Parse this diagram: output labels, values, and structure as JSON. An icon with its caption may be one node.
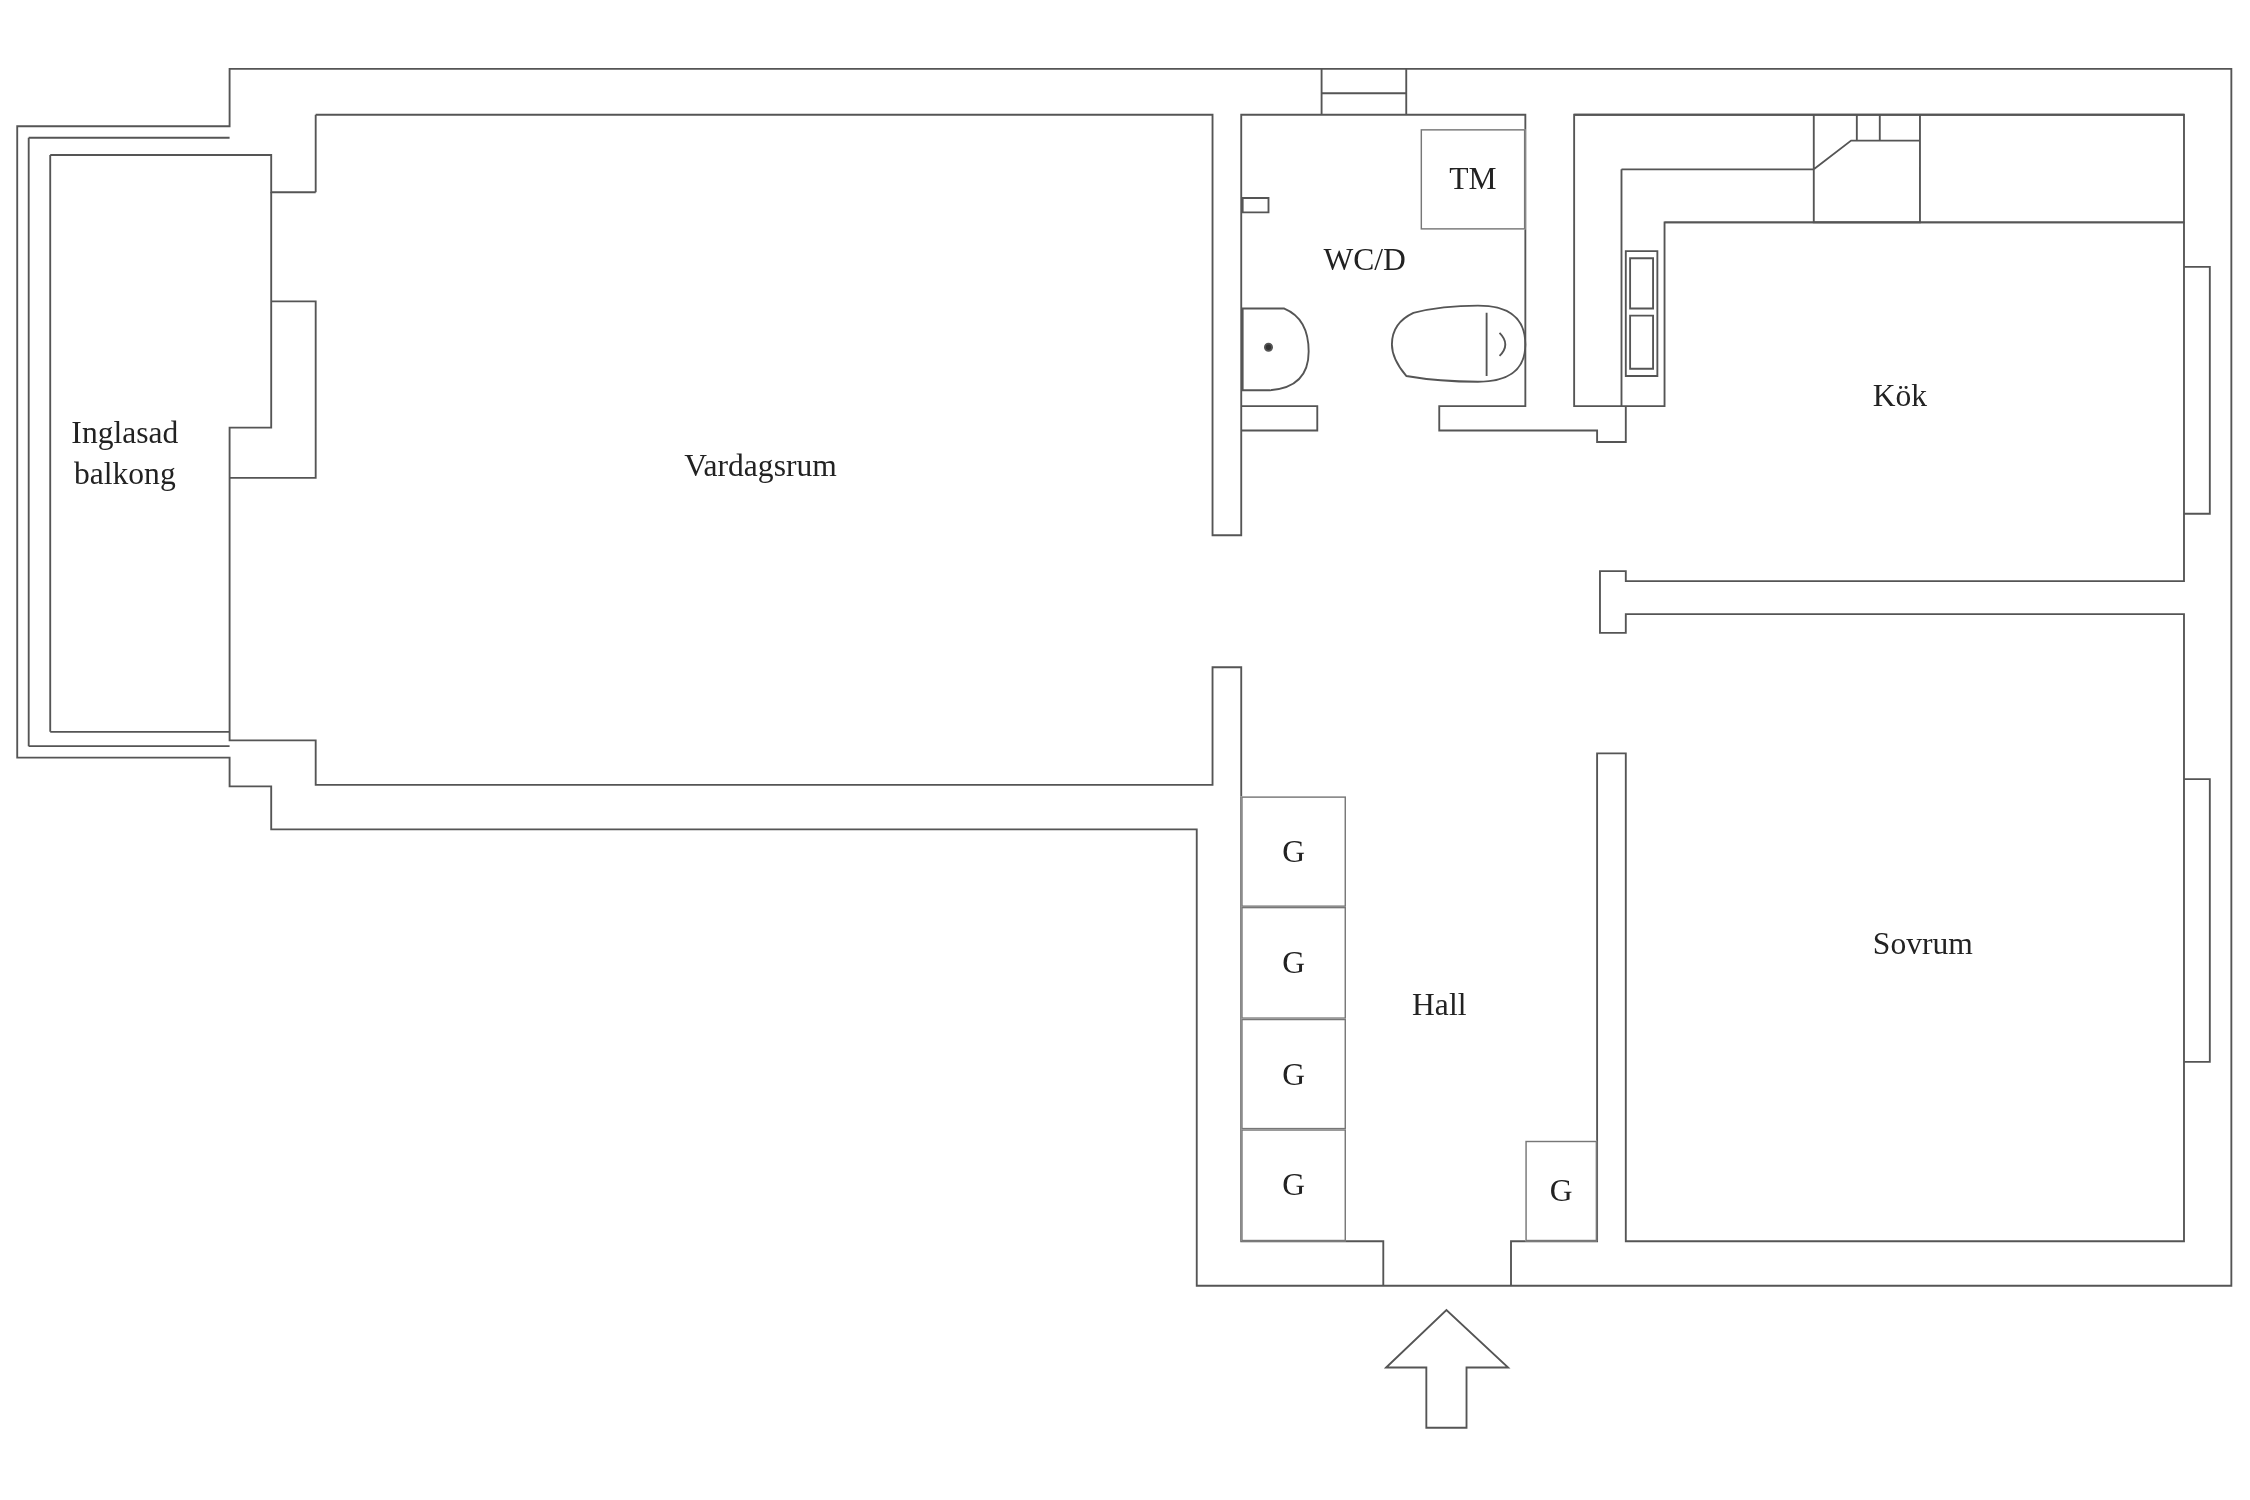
{
  "diagram": {
    "nodes": [
      {
        "text": [
          "Inglasad balkong"
        ]
      },
      {
        "text": [
          "Vardagsrum"
        ]
      },
      {
        "text": [
          "WC/D"
        ]
      },
      {
        "text": [
          "TM"
        ],
        "in": 2
      },
      {
        "text": [
          "Kök"
        ]
      },
      {
        "text": [
          "Hall"
        ]
      },
      {
        "text": [
          "G"
        ],
        "in": 5
      },
      {
        "text": [
          "G"
        ],
        "in": 5
      },
      {
        "text": [
          "G"
        ],
        "in": 5
      },
      {
        "text": [
          "G"
        ],
        "in": 5
      },
      {
        "text": [
          "G"
        ],
        "in": 5
      },
      {
        "text": [
          "Sovrum"
        ]
      }
    ],
    "edges": []
  }
}
